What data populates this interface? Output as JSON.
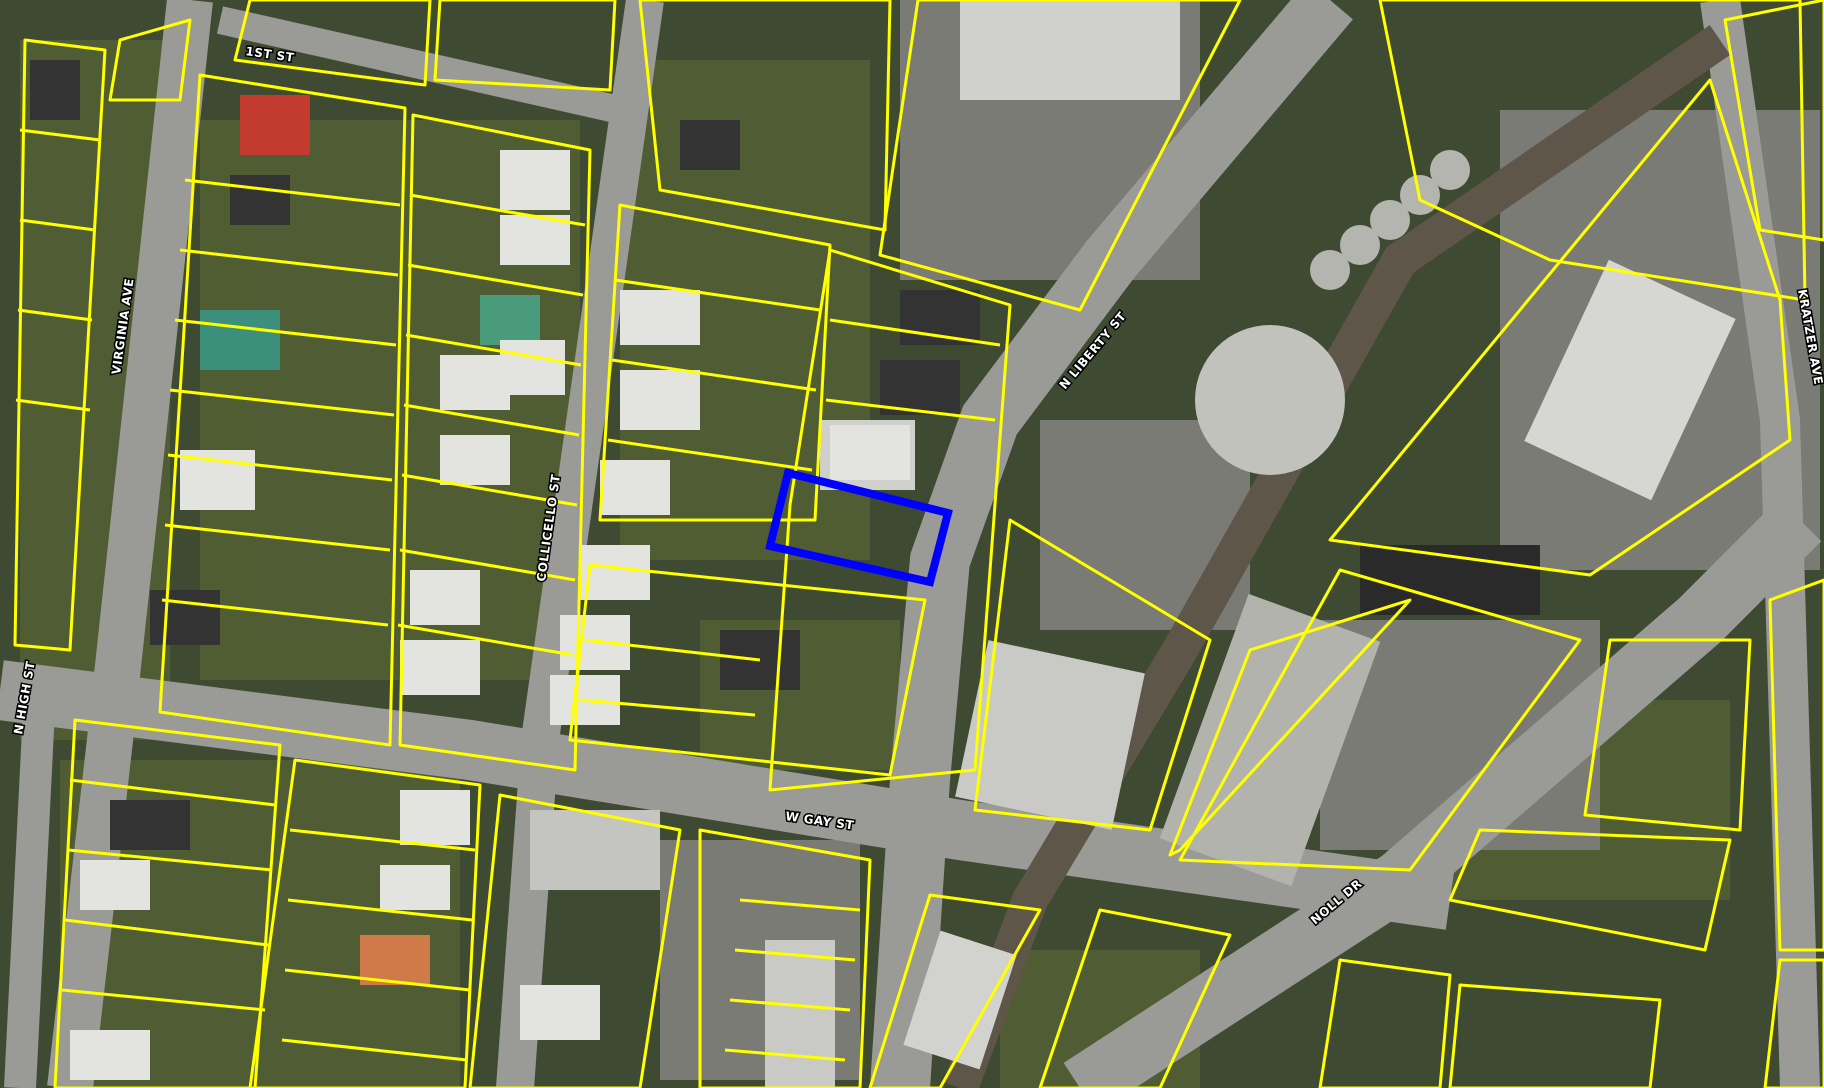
{
  "map": {
    "street_labels": {
      "first_st": "1ST ST",
      "virginia_ave": "VIRGINIA AVE",
      "collicello_st": "COLLICELLO ST",
      "n_high_st": "N HIGH ST",
      "n_liberty_st": "N LIBERTY ST",
      "w_gay_st": "W GAY ST",
      "noll_dr": "NOLL DR",
      "kratzer_ave": "KRATZER AVE"
    },
    "colors": {
      "parcel_outline": "#ffff00",
      "selected_parcel": "#0000ff",
      "road": "#9a9a96",
      "vegetation": "#4a5a2e"
    },
    "icons": {
      "parcel": "parcel-boundary",
      "selected": "selected-parcel-highlight"
    }
  }
}
